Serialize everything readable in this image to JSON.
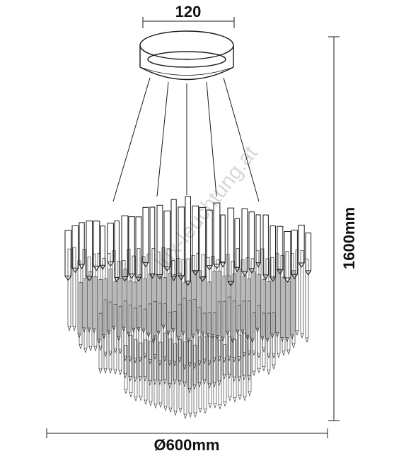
{
  "dimensions": {
    "canopy_width": "120",
    "height": "1600mm",
    "diameter": "Ø600mm"
  },
  "watermark": "lux-leuchtung.at",
  "colors": {
    "line": "#1a1a1a",
    "crystal": "#555555",
    "watermark": "#d8d8d8"
  }
}
